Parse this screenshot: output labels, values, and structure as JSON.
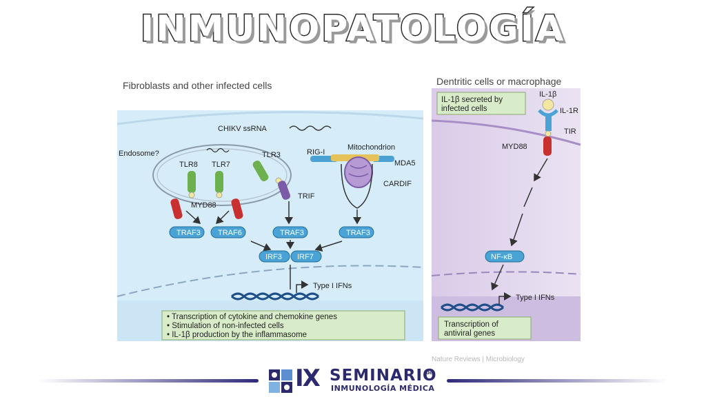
{
  "title": "INMUNOPATOLOGÍA",
  "left_label": "Fibroblasts and other infected cells",
  "right_label": "Dentritic cells or macrophage",
  "left_panel": {
    "chikv": "CHIKV ssRNA",
    "endosome": "Endosome?",
    "tlr8": "TLR8",
    "tlr7": "TLR7",
    "tlr3": "TLR3",
    "rigi": "RIG-I",
    "mito": "Mitochondrion",
    "mda5": "MDA5",
    "cardif": "CARDIF",
    "myd88": "MYD88",
    "trif": "TRIF",
    "traf3a": "TRAF3",
    "traf6": "TRAF6",
    "traf3b": "TRAF3",
    "traf3c": "TRAF3",
    "irf3": "IRF3",
    "irf7": "IRF7",
    "ifn": "Type I IFNs",
    "bullets": [
      "• Transcription of cytokine and chemokine genes",
      "• Stimulation of non-infected cells",
      "• IL-1β production by the inflammasome"
    ]
  },
  "right_panel": {
    "secreted_1": "IL-1β secreted by",
    "secreted_2": "infected cells",
    "il1b": "IL-1β",
    "il1r": "IL-1R",
    "tir": "TIR",
    "myd88": "MYD88",
    "nfkb": "NF-κB",
    "ifn": "Type I IFNs",
    "box_1": "Transcription of",
    "box_2": "antiviral genes"
  },
  "footer_source": "Nature Reviews | Microbiology",
  "logo": {
    "roman": "IX",
    "name": "SEMINARIO",
    "de": "de",
    "subtitle": "INMUNOLOGÍA MÉDICA"
  },
  "colors": {
    "left_panel_bg": "#d6ecf8",
    "right_panel_bg": "#d9cbe8",
    "logo_navy": "#2c2a6e",
    "bar_navy": "#2f2a7a"
  }
}
